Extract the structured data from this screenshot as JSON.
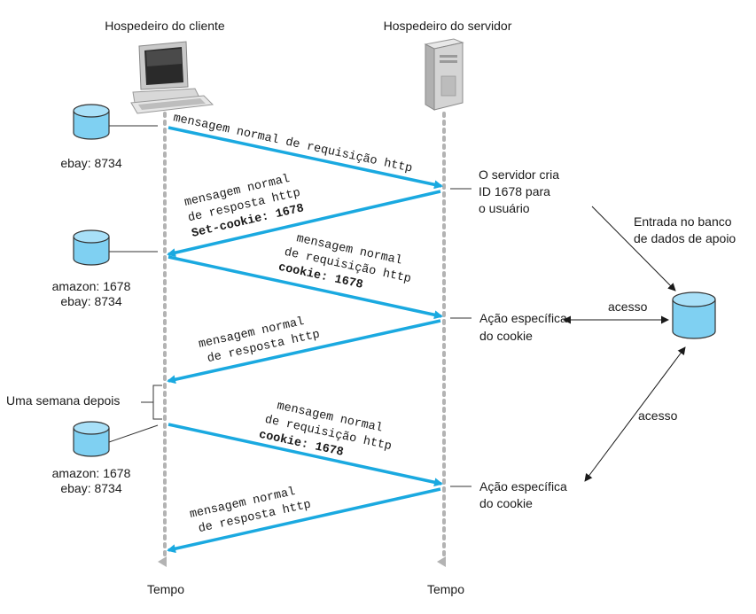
{
  "headers": {
    "client": "Hospedeiro do cliente",
    "server": "Hospedeiro do servidor"
  },
  "timeline": {
    "client_label": "Tempo",
    "server_label": "Tempo"
  },
  "client_files": {
    "file1_line1": "ebay: 8734",
    "file2_line1": "amazon: 1678",
    "file2_line2": "ebay: 8734",
    "file3_line1": "amazon: 1678",
    "file3_line2": "ebay: 8734"
  },
  "week_label": "Uma semana depois",
  "messages": {
    "m1": "mensagem normal de requisição http",
    "m2_line1": "mensagem normal",
    "m2_line2": "de resposta http",
    "m2_line3": "Set-cookie: 1678",
    "m3_line1": "mensagem normal",
    "m3_line2": "de requisição http",
    "m3_line3": "cookie: 1678",
    "m4_line1": "mensagem normal",
    "m4_line2": "de resposta http",
    "m5_line1": "mensagem normal",
    "m5_line2": "de requisição http",
    "m5_line3": "cookie: 1678",
    "m6_line1": "mensagem normal",
    "m6_line2": "de resposta http"
  },
  "server_notes": {
    "create_line1": "O servidor cria",
    "create_line2": "ID 1678 para",
    "create_line3": "o usuário",
    "action1_line1": "Ação específica",
    "action1_line2_prefix": "do ",
    "action1_line2_italic": "cookie",
    "action2_line1": "Ação específica",
    "action2_line2_prefix": "do ",
    "action2_line2_italic": "cookie"
  },
  "database": {
    "label_line1": "Entrada no banco",
    "label_line2": "de dados de apoio",
    "access1": "acesso",
    "access2": "acesso"
  },
  "colors": {
    "arrow": "#1aa9e0",
    "timeline": "#b3b3b3",
    "cylinder_fill": "#7fd0f2",
    "cylinder_top": "#a8e0f8",
    "connector": "#333333"
  }
}
